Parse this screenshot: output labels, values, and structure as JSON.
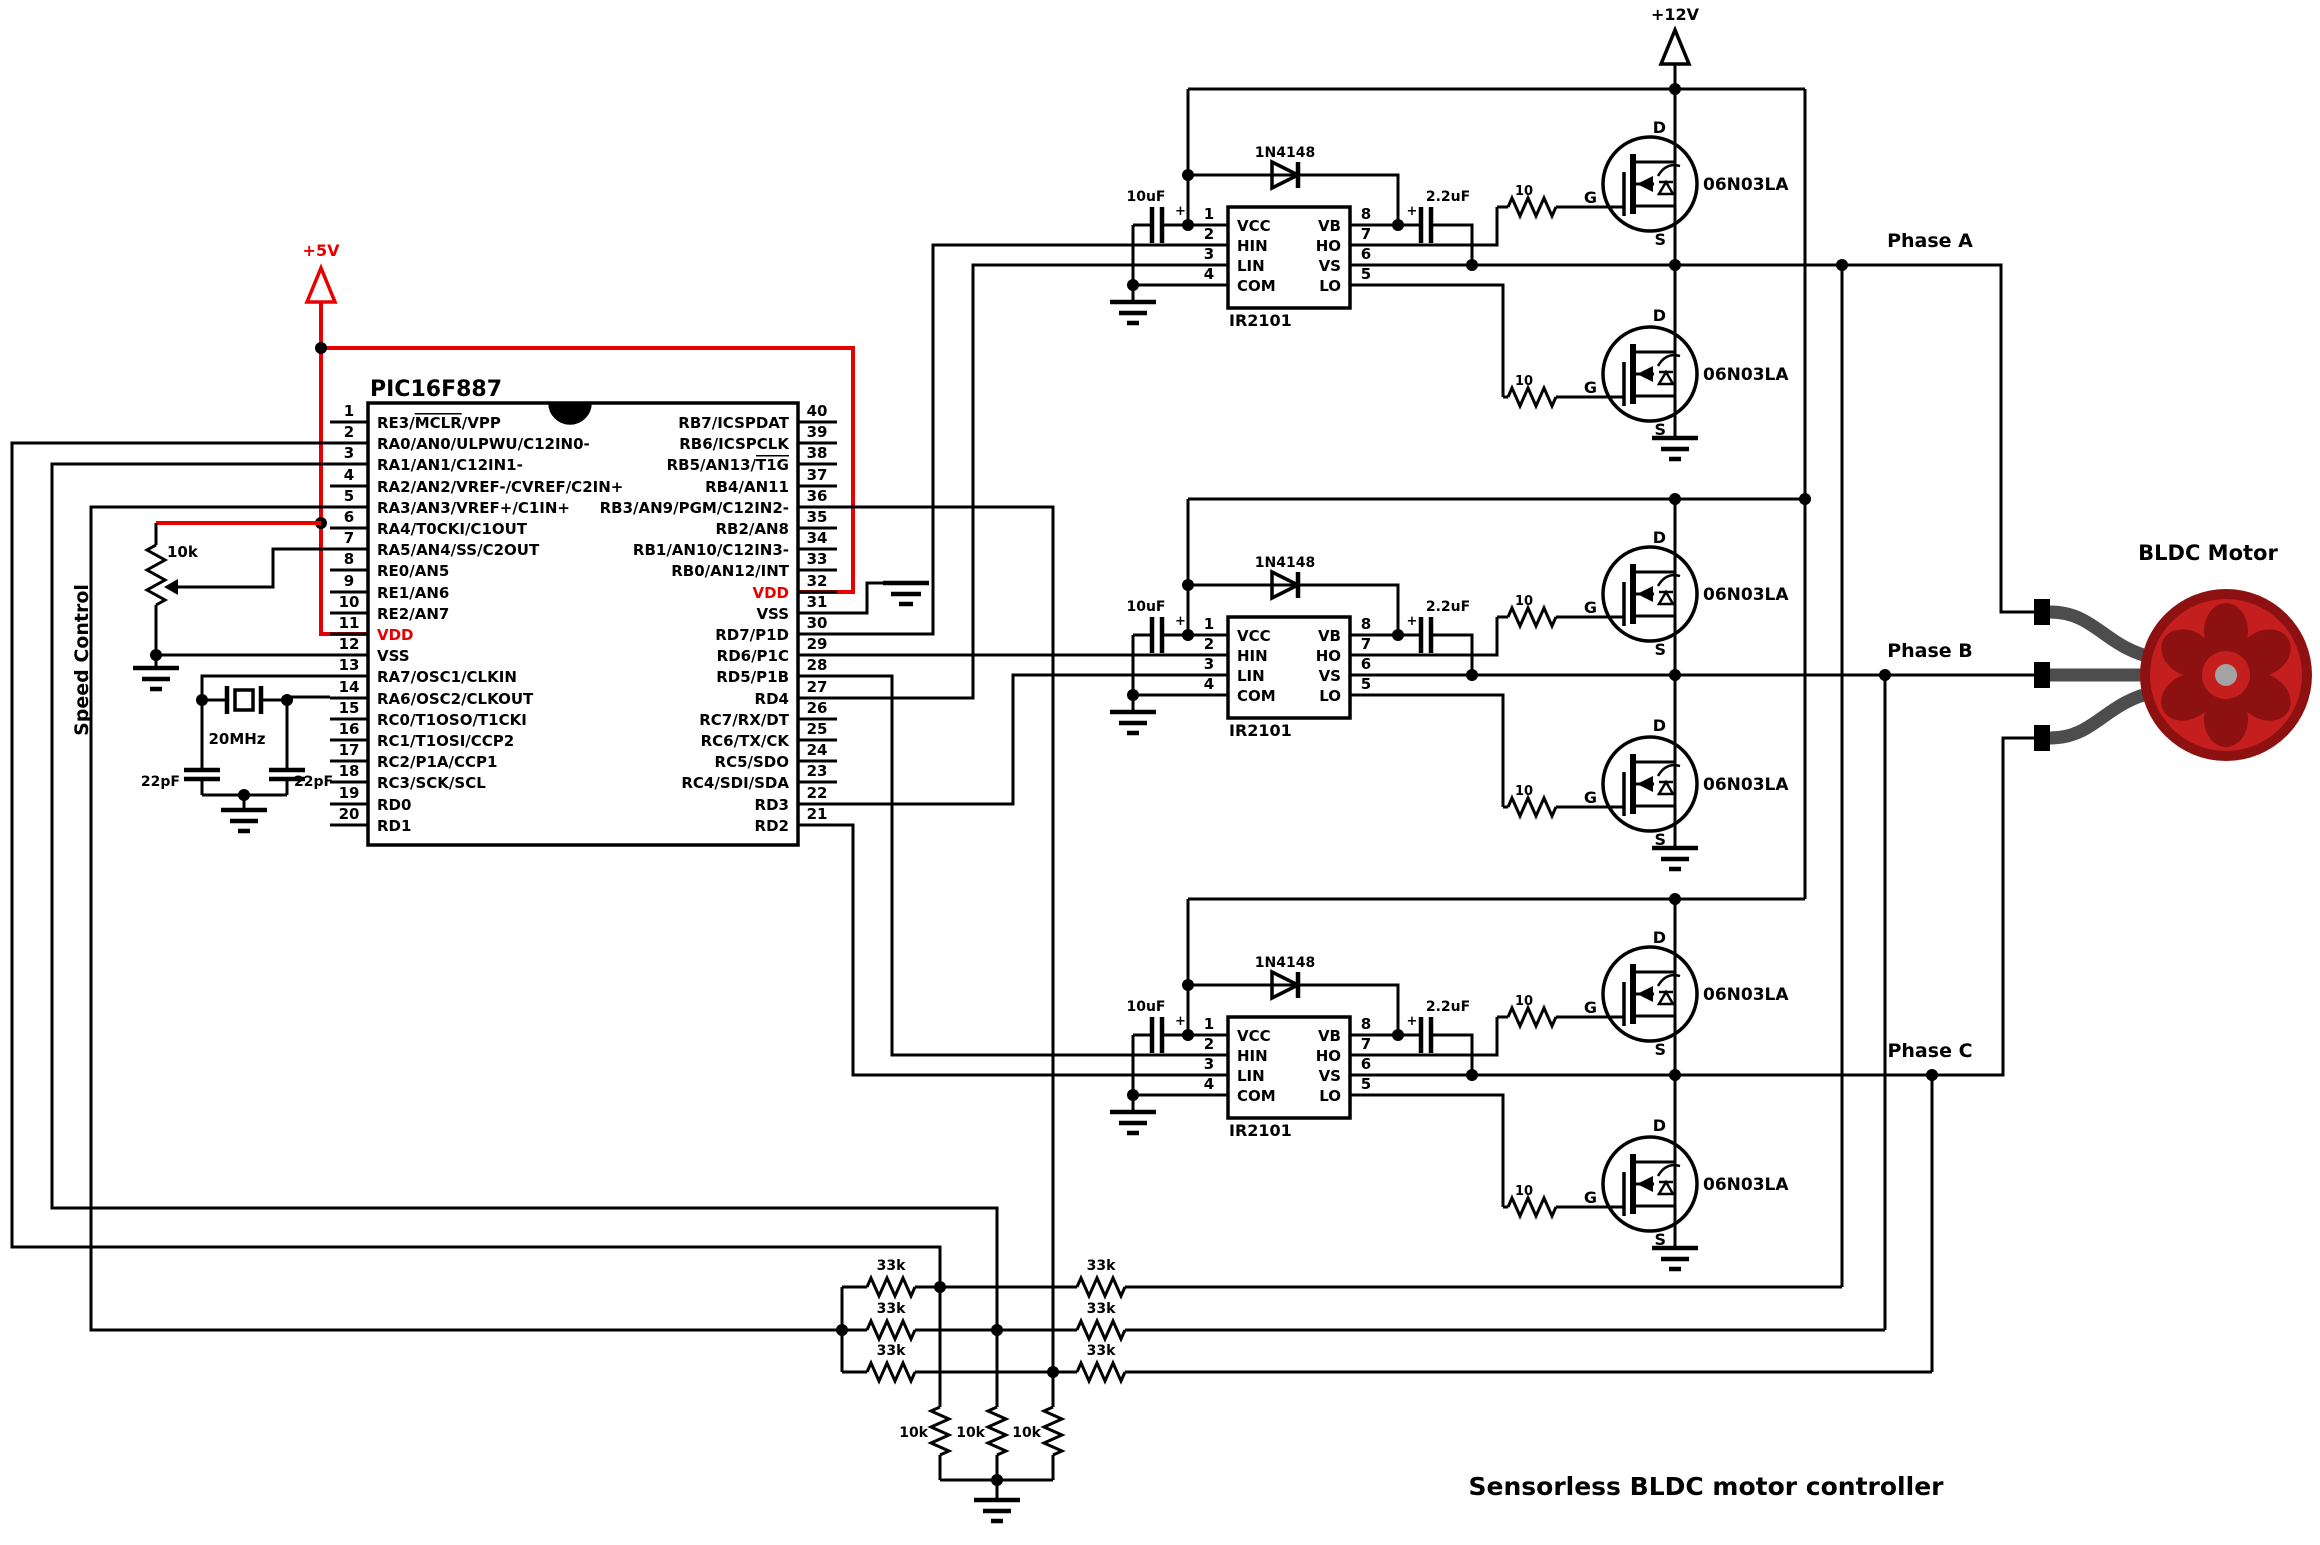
{
  "title": "Sensorless BLDC motor controller",
  "power": {
    "p5": "+5V",
    "p12": "+12V"
  },
  "pot": {
    "label": "Speed Control",
    "value": "10k"
  },
  "osc": {
    "xtal": "20MHz",
    "c1": "22pF",
    "c2": "22pF"
  },
  "pic": {
    "title": "PIC16F887",
    "left_pins": [
      {
        "n": "1",
        "label": "RE3/MCLR/VPP",
        "ol": "MCLR"
      },
      {
        "n": "2",
        "label": "RA0/AN0/ULPWU/C12IN0-"
      },
      {
        "n": "3",
        "label": "RA1/AN1/C12IN1-"
      },
      {
        "n": "4",
        "label": "RA2/AN2/VREF-/CVREF/C2IN+"
      },
      {
        "n": "5",
        "label": "RA3/AN3/VREF+/C1IN+"
      },
      {
        "n": "6",
        "label": "RA4/T0CKI/C1OUT"
      },
      {
        "n": "7",
        "label": "RA5/AN4/SS/C2OUT"
      },
      {
        "n": "8",
        "label": "RE0/AN5"
      },
      {
        "n": "9",
        "label": "RE1/AN6"
      },
      {
        "n": "10",
        "label": "RE2/AN7"
      },
      {
        "n": "11",
        "label": "VDD",
        "red": true
      },
      {
        "n": "12",
        "label": "VSS"
      },
      {
        "n": "13",
        "label": "RA7/OSC1/CLKIN"
      },
      {
        "n": "14",
        "label": "RA6/OSC2/CLKOUT"
      },
      {
        "n": "15",
        "label": "RC0/T1OSO/T1CKI"
      },
      {
        "n": "16",
        "label": "RC1/T1OSI/CCP2"
      },
      {
        "n": "17",
        "label": "RC2/P1A/CCP1"
      },
      {
        "n": "18",
        "label": "RC3/SCK/SCL"
      },
      {
        "n": "19",
        "label": "RD0"
      },
      {
        "n": "20",
        "label": "RD1"
      }
    ],
    "right_pins": [
      {
        "n": "40",
        "label": "RB7/ICSPDAT"
      },
      {
        "n": "39",
        "label": "RB6/ICSPCLK"
      },
      {
        "n": "38",
        "label": "RB5/AN13/T1G",
        "ol": "T1G"
      },
      {
        "n": "37",
        "label": "RB4/AN11"
      },
      {
        "n": "36",
        "label": "RB3/AN9/PGM/C12IN2-"
      },
      {
        "n": "35",
        "label": "RB2/AN8"
      },
      {
        "n": "34",
        "label": "RB1/AN10/C12IN3-"
      },
      {
        "n": "33",
        "label": "RB0/AN12/INT"
      },
      {
        "n": "32",
        "label": "VDD",
        "red": true
      },
      {
        "n": "31",
        "label": "VSS"
      },
      {
        "n": "30",
        "label": "RD7/P1D"
      },
      {
        "n": "29",
        "label": "RD6/P1C"
      },
      {
        "n": "28",
        "label": "RD5/P1B"
      },
      {
        "n": "27",
        "label": "RD4"
      },
      {
        "n": "26",
        "label": "RC7/RX/DT"
      },
      {
        "n": "25",
        "label": "RC6/TX/CK"
      },
      {
        "n": "24",
        "label": "RC5/SDO"
      },
      {
        "n": "23",
        "label": "RC4/SDI/SDA"
      },
      {
        "n": "22",
        "label": "RD3"
      },
      {
        "n": "21",
        "label": "RD2"
      }
    ]
  },
  "drivers": {
    "ic": "IR2101",
    "pins_left": [
      "VCC",
      "HIN",
      "LIN",
      "COM"
    ],
    "pins_right": [
      "VB",
      "HO",
      "VS",
      "LO"
    ],
    "nums_left": [
      "1",
      "2",
      "3",
      "4"
    ],
    "nums_right": [
      "8",
      "7",
      "6",
      "5"
    ],
    "diode": "1N4148",
    "cap_in": "10uF",
    "cap_boot": "2.2uF",
    "r_gate": "10",
    "plus": "+"
  },
  "fet": {
    "part": "06N03LA",
    "d": "D",
    "g": "G",
    "s": "S"
  },
  "phases": [
    "Phase A",
    "Phase B",
    "Phase C"
  ],
  "motor": {
    "label": "BLDC Motor"
  },
  "network": {
    "r_series": "33k",
    "r_gnd": "10k"
  }
}
